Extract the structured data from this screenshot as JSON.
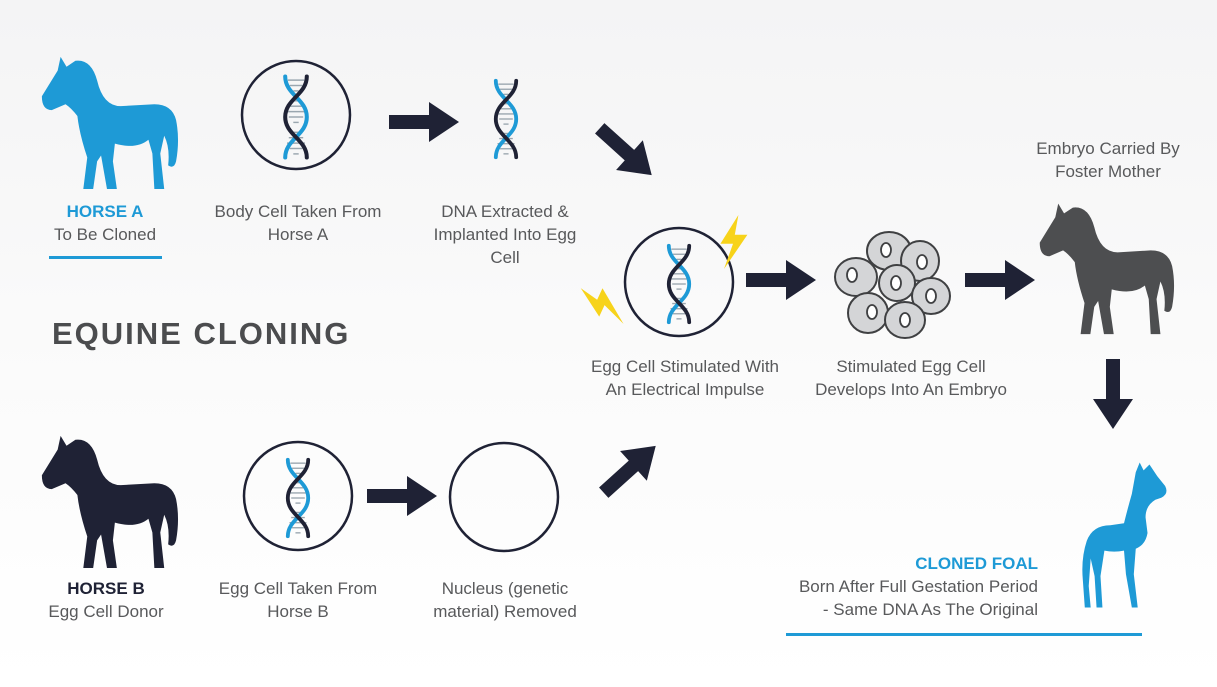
{
  "title": "EQUINE CLONING",
  "colors": {
    "accent": "#1e9ad6",
    "dark": "#1f2235",
    "gray_horse": "#4d4e50",
    "text": "#58595b",
    "bolt": "#f7d31a"
  },
  "nodes": {
    "horse_a": {
      "name": "HORSE A",
      "desc": "To Be Cloned",
      "icon": "horse-icon"
    },
    "body_cell": {
      "line1": "Body Cell Taken From",
      "line2": "Horse A",
      "icon": "dna-cell-icon"
    },
    "dna_extracted": {
      "line1": "DNA Extracted &",
      "line2": "Implanted Into Egg",
      "line3": "Cell",
      "icon": "dna-icon"
    },
    "egg_stimulated": {
      "line1": "Egg Cell Stimulated With",
      "line2": "An Electrical Impulse",
      "icon": "lightning-icon"
    },
    "embryo": {
      "line1": "Stimulated Egg Cell",
      "line2": "Develops Into An Embryo",
      "icon": "cell-cluster-icon"
    },
    "foster": {
      "line1": "Embryo Carried By",
      "line2": "Foster Mother",
      "icon": "horse-icon"
    },
    "foal": {
      "name": "CLONED FOAL",
      "line1": "Born After Full Gestation Period",
      "line2": "- Same DNA As The Original",
      "icon": "foal-icon"
    },
    "horse_b": {
      "name": "HORSE B",
      "desc": "Egg Cell Donor",
      "icon": "horse-icon"
    },
    "egg_taken": {
      "line1": "Egg Cell Taken From",
      "line2": "Horse B",
      "icon": "dna-cell-icon"
    },
    "nucleus_removed": {
      "line1": "Nucleus (genetic",
      "line2": "material) Removed",
      "icon": "empty-cell-icon"
    }
  }
}
